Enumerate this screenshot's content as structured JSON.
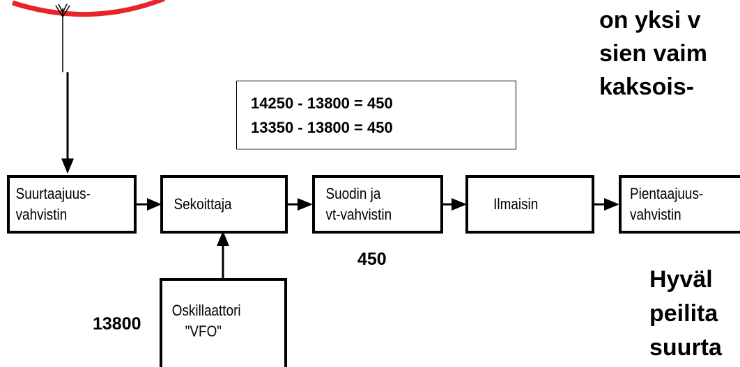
{
  "blocks": {
    "rf_amp": {
      "line1": "Suurtaajuus-",
      "line2": "vahvistin"
    },
    "mixer": {
      "label": "Sekoittaja"
    },
    "filter_if": {
      "line1": "Suodin ja",
      "line2": "vt-vahvistin"
    },
    "detector": {
      "label": "Ilmaisin"
    },
    "af_amp": {
      "line1": "Pientaajuus-",
      "line2": "vahvistin"
    },
    "oscillator": {
      "line1": "Oskillaattori",
      "line2": "\"VFO\""
    }
  },
  "equation": {
    "line1": "14250 - 13800  =  450",
    "line2": "13350 - 13800  =  450"
  },
  "labels": {
    "if_freq": "450",
    "lo_freq": "13800"
  },
  "text_top_right": [
    "on yksi v",
    "sien vaim",
    "kaksois-"
  ],
  "text_bottom_right": [
    "Hyväl",
    "peilita",
    "suurta"
  ],
  "colors": {
    "antenna_circle": "#e8232a",
    "stroke": "#000000"
  }
}
